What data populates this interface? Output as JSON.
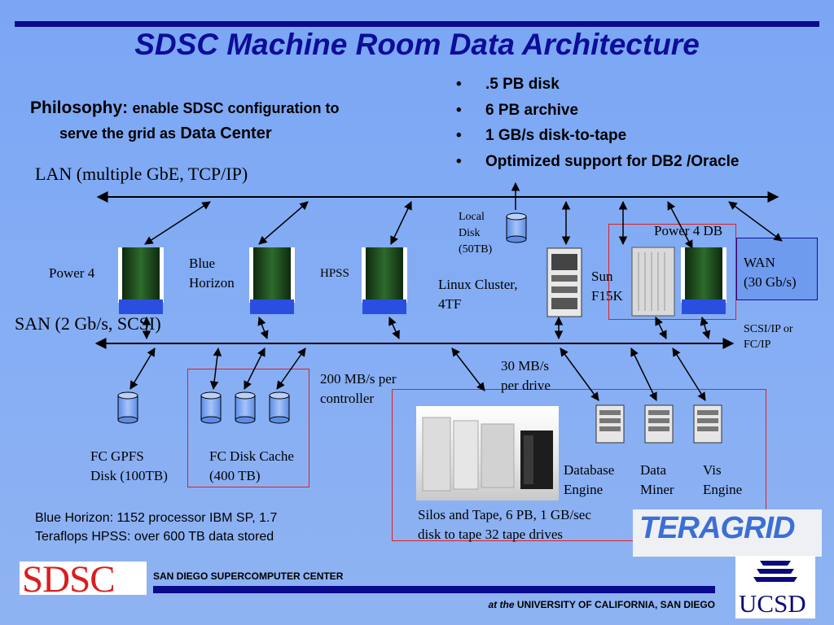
{
  "title": "SDSC Machine Room Data Architecture",
  "philosophy": {
    "lead": "Philosophy:",
    "text1": "enable SDSC configuration to",
    "text2": "serve the grid as",
    "emph": "Data Center"
  },
  "bullets": [
    {
      "dot": "•",
      "text": ".5 PB disk"
    },
    {
      "dot": "•",
      "text": "6 PB archive"
    },
    {
      "dot": "•",
      "text": "1 GB/s disk-to-tape"
    },
    {
      "dot": "•",
      "text": "Optimized support for DB2 /Oracle"
    }
  ],
  "lan_label": "LAN (multiple GbE, TCP/IP)",
  "san_label": "SAN (2 Gb/s, SCSI)",
  "nodes": {
    "power4": "Power 4",
    "blue_horizon": [
      "Blue",
      "Horizon"
    ],
    "hpss": "HPSS",
    "linux_cluster": [
      "Linux Cluster,",
      "4TF"
    ],
    "local_disk": [
      "Local",
      "Disk",
      "(50TB)"
    ],
    "sun": [
      "Sun",
      "F15K"
    ],
    "power4db": "Power 4 DB",
    "wan": [
      "WAN",
      "(30 Gb/s)"
    ],
    "scsi_ip": [
      "SCSI/IP or",
      "FC/IP"
    ],
    "controller": [
      "200 MB/s per",
      "controller"
    ],
    "per_drive": [
      "30 MB/s",
      "per drive"
    ],
    "fc_gpfs": [
      "FC GPFS",
      "Disk (100TB)"
    ],
    "fc_cache": [
      "FC Disk Cache",
      "(400 TB)"
    ],
    "db_engine": [
      "Database",
      "Engine"
    ],
    "data_miner": [
      "Data",
      "Miner"
    ],
    "vis_engine": [
      "Vis",
      "Engine"
    ],
    "silos": [
      "Silos and Tape, 6 PB, 1 GB/sec",
      "disk to tape 32 tape drives"
    ]
  },
  "blue_horizon_note": [
    "Blue Horizon:  1152 processor IBM SP, 1.7",
    "Teraflops  HPSS: over 600 TB data stored"
  ],
  "logos": {
    "sdsc": "SDSC",
    "teragrid": "TERAGRID",
    "ucsd": "UCSD"
  },
  "center_name": "SAN DIEGO SUPERCOMPUTER CENTER",
  "footer": {
    "prefix": "at the",
    "org": "UNIVERSITY OF CALIFORNIA, SAN DIEGO"
  },
  "colors": {
    "title": "#0d0d99",
    "bar": "#0a0a8c",
    "box": "#e02020",
    "rack": "#1a4a1a",
    "base": "#2a4fe0",
    "sdsc_logo": "#d91e1e"
  }
}
